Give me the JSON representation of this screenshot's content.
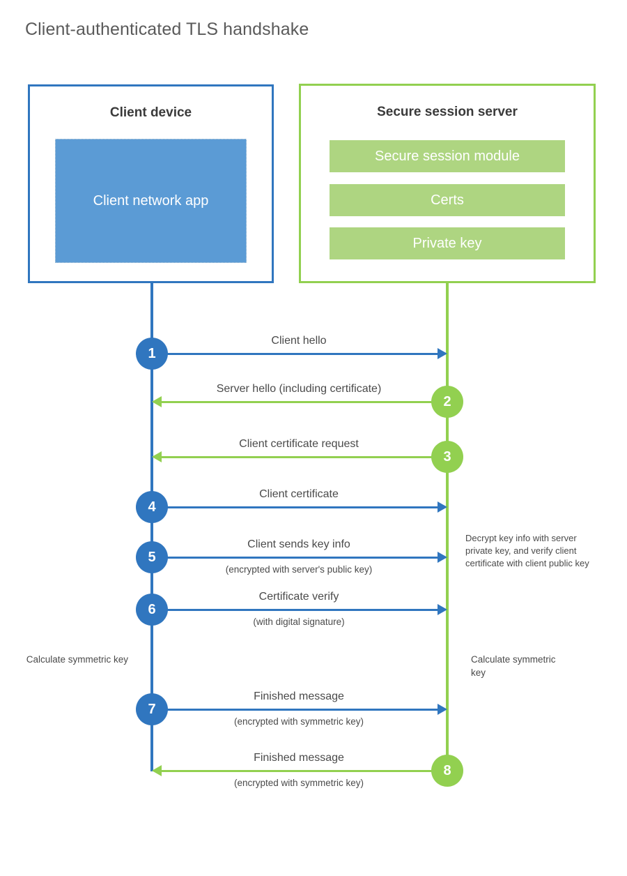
{
  "title": "Client-authenticated TLS handshake",
  "colors": {
    "client_blue": "#3076bf",
    "client_app_fill": "#5b9bd5",
    "server_green": "#92d050",
    "server_bar_fill": "#aed581",
    "text": "#4a4a4a",
    "title_text": "#5a5a5a"
  },
  "parties": {
    "client": {
      "title": "Client device",
      "app_label": "Client network app"
    },
    "server": {
      "title": "Secure session server",
      "modules": [
        "Secure session module",
        "Certs",
        "Private key"
      ]
    }
  },
  "steps": [
    {
      "number": "1",
      "direction": "to-server",
      "label": "Client hello",
      "sublabel": ""
    },
    {
      "number": "2",
      "direction": "to-client",
      "label": "Server hello (including certificate)",
      "sublabel": ""
    },
    {
      "number": "3",
      "direction": "to-client",
      "label": "Client certificate request",
      "sublabel": ""
    },
    {
      "number": "4",
      "direction": "to-server",
      "label": "Client certificate",
      "sublabel": ""
    },
    {
      "number": "5",
      "direction": "to-server",
      "label": "Client sends key info",
      "sublabel": "(encrypted with server's public key)"
    },
    {
      "number": "6",
      "direction": "to-server",
      "label": "Certificate verify",
      "sublabel": "(with digital signature)"
    },
    {
      "number": "7",
      "direction": "to-server",
      "label": "Finished message",
      "sublabel": "(encrypted with symmetric key)"
    },
    {
      "number": "8",
      "direction": "to-client",
      "label": "Finished message",
      "sublabel": "(encrypted with symmetric key)"
    }
  ],
  "annotations": {
    "server_decrypt": "Decrypt key info with server private key, and verify client certificate with client public key",
    "client_calculate": "Calculate symmetric key",
    "server_calculate": "Calculate symmetric key"
  }
}
